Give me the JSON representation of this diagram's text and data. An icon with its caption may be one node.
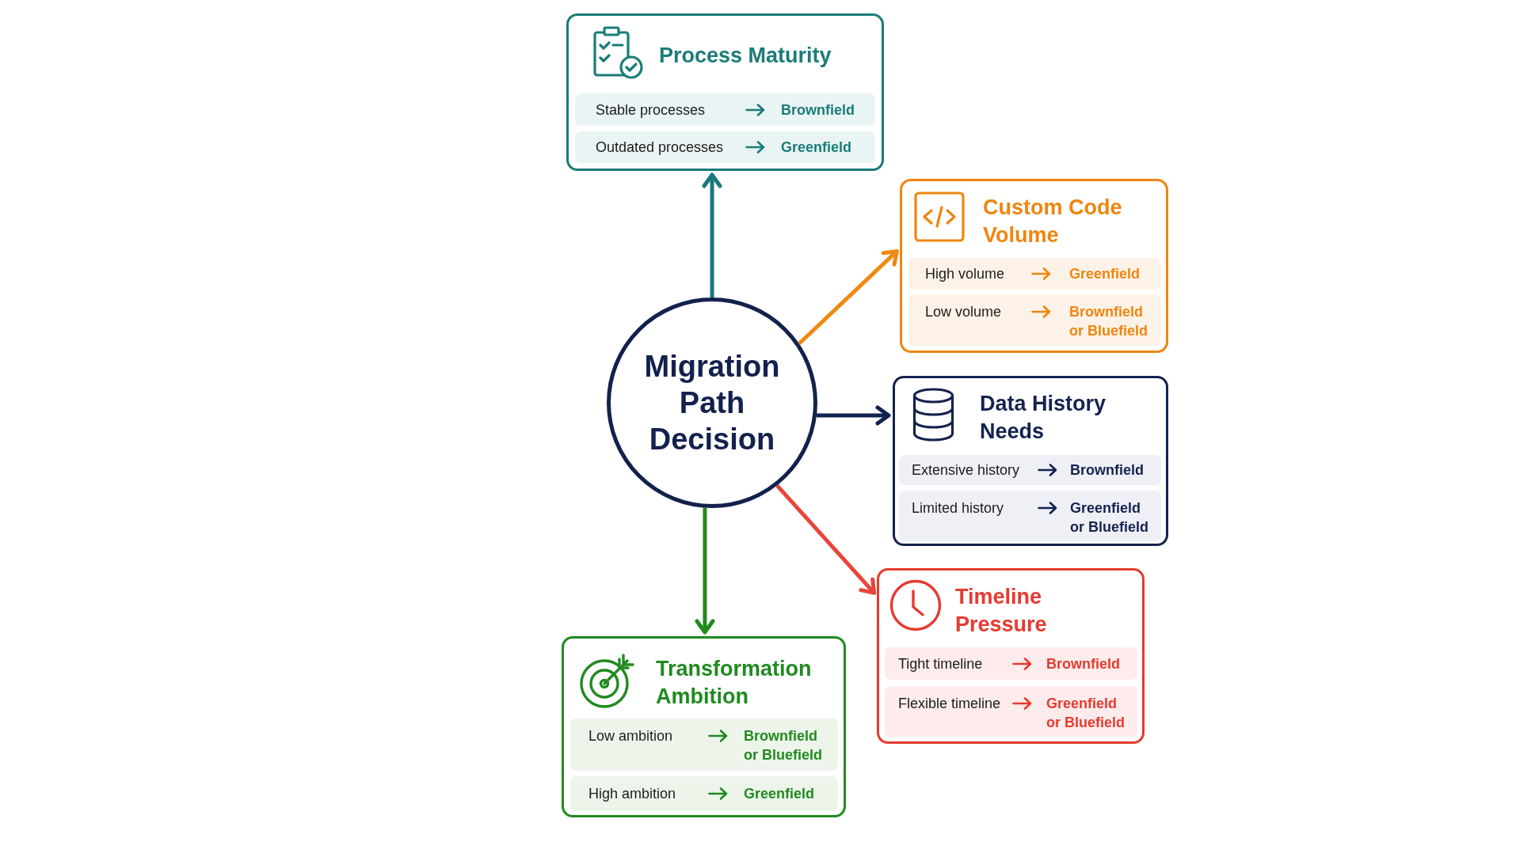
{
  "diagram": {
    "nodes": [
      {
        "text": [
          "Migration Path Decision"
        ]
      },
      {
        "text": [
          "Process Maturity"
        ]
      },
      {
        "text": [
          "Stable processes",
          "Brownfield"
        ],
        "in": 1
      },
      {
        "text": [
          "Outdated processes",
          "Greenfield"
        ],
        "in": 1
      },
      {
        "text": [
          "Custom Code Volume"
        ]
      },
      {
        "text": [
          "High volume",
          "Greenfield"
        ],
        "in": 4
      },
      {
        "text": [
          "Low volume",
          "Brownfield or Bluefield"
        ],
        "in": 4
      },
      {
        "text": [
          "Data History Needs"
        ]
      },
      {
        "text": [
          "Extensive history",
          "Brownfield"
        ],
        "in": 7
      },
      {
        "text": [
          "Limited history",
          "Greenfield or Bluefield"
        ],
        "in": 7
      },
      {
        "text": [
          "Timeline Pressure"
        ]
      },
      {
        "text": [
          "Tight timeline",
          "Brownfield"
        ],
        "in": 10
      },
      {
        "text": [
          "Flexible timeline",
          "Greenfield or Bluefield"
        ],
        "in": 10
      },
      {
        "text": [
          "Transformation Ambition"
        ]
      },
      {
        "text": [
          "Low ambition",
          "Brownfield or Bluefield"
        ],
        "in": 13
      },
      {
        "text": [
          "High ambition",
          "Greenfield"
        ],
        "in": 13
      }
    ],
    "edges": [
      {
        "from": 0,
        "to": 1,
        "arrow": "to",
        "color": "#167a78"
      },
      {
        "from": 0,
        "to": 4,
        "arrow": "to",
        "color": "#ee8a12"
      },
      {
        "from": 0,
        "to": 7,
        "arrow": "to",
        "color": "#13214f"
      },
      {
        "from": 0,
        "to": 10,
        "arrow": "to",
        "color": "#e8453a"
      },
      {
        "from": 0,
        "to": 13,
        "arrow": "to",
        "color": "#228a1c"
      }
    ]
  }
}
